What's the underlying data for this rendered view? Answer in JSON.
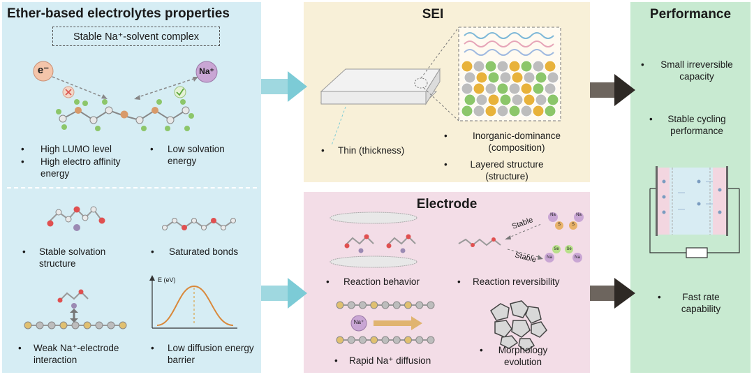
{
  "colors": {
    "left_panel": "#d6edf4",
    "sei_panel": "#f8f0d8",
    "electrode_panel": "#f3dde7",
    "performance_panel": "#c8ead1",
    "arrow_teal": "#7ccbd6",
    "arrow_dark": "#3a3530",
    "orange_atom": "#d89a6a",
    "green_atom": "#8cc66a",
    "gray_atom": "#b9b9b9"
  },
  "left": {
    "title": "Ether-based electrolytes properties",
    "complex_box": "Stable Na⁺-solvent complex",
    "electron_label": "e⁻",
    "sodium_label": "Na⁺",
    "bullets_top": {
      "b1": "High LUMO level",
      "b2": "High electro affinity energy",
      "b3": "Low solvation energy"
    },
    "bullets_bottom": {
      "b1": "Stable solvation structure",
      "b2": "Saturated bonds",
      "b3": "Weak Na⁺-electrode interaction",
      "b4": "Low diffusion energy barrier"
    },
    "energy_axis": "E (eV)"
  },
  "sei": {
    "title": "SEI",
    "thin": "Thin (thickness)",
    "composition": "Inorganic-dominance (composition)",
    "structure": "Layered structure (structure)"
  },
  "electrode": {
    "title": "Electrode",
    "stable_label": "Stable",
    "na": "Na",
    "s": "S",
    "se": "Se",
    "na_ion": "Na⁺",
    "reaction_behavior": "Reaction behavior",
    "reaction_reversibility": "Reaction reversibility",
    "rapid_diffusion": "Rapid Na⁺ diffusion",
    "morphology": "Morphology evolution"
  },
  "performance": {
    "title": "Performance",
    "item1": "Small irreversible capacity",
    "item2": "Stable cycling performance",
    "item3": "Fast rate capability"
  }
}
